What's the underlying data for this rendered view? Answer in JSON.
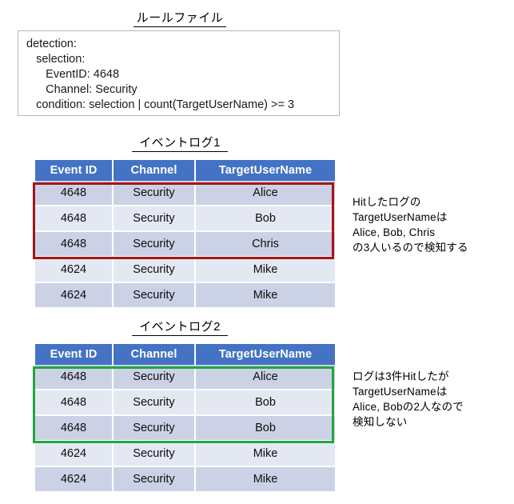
{
  "rule_section": {
    "title": "ルールファイル",
    "lines": [
      "detection:",
      "   selection:",
      "      EventID: 4648",
      "      Channel: Security",
      "   condition: selection | count(TargetUserName) >= 3"
    ]
  },
  "colors": {
    "header_blue": "#4472C4",
    "row_dark": "#CCD2E6",
    "row_light": "#E4E8F3",
    "highlight_red": "#A71414",
    "highlight_green": "#21A63C",
    "box_border": "#B8B8B8"
  },
  "columns": [
    "Event ID",
    "Channel",
    "TargetUserName"
  ],
  "log1": {
    "title": "イベントログ1",
    "rows": [
      {
        "event_id": "4648",
        "channel": "Security",
        "user": "Alice"
      },
      {
        "event_id": "4648",
        "channel": "Security",
        "user": "Bob"
      },
      {
        "event_id": "4648",
        "channel": "Security",
        "user": "Chris"
      },
      {
        "event_id": "4624",
        "channel": "Security",
        "user": "Mike"
      },
      {
        "event_id": "4624",
        "channel": "Security",
        "user": "Mike"
      }
    ],
    "note": "Hitしたログの\nTargetUserNameは\nAlice, Bob, Chris\nの3人いるので検知する"
  },
  "log2": {
    "title": "イベントログ2",
    "rows": [
      {
        "event_id": "4648",
        "channel": "Security",
        "user": "Alice"
      },
      {
        "event_id": "4648",
        "channel": "Security",
        "user": "Bob"
      },
      {
        "event_id": "4648",
        "channel": "Security",
        "user": "Bob"
      },
      {
        "event_id": "4624",
        "channel": "Security",
        "user": "Mike"
      },
      {
        "event_id": "4624",
        "channel": "Security",
        "user": "Mike"
      }
    ],
    "note": "ログは3件Hitしたが\nTargetUserNameは\nAlice, Bobの2人なので\n検知しない"
  }
}
